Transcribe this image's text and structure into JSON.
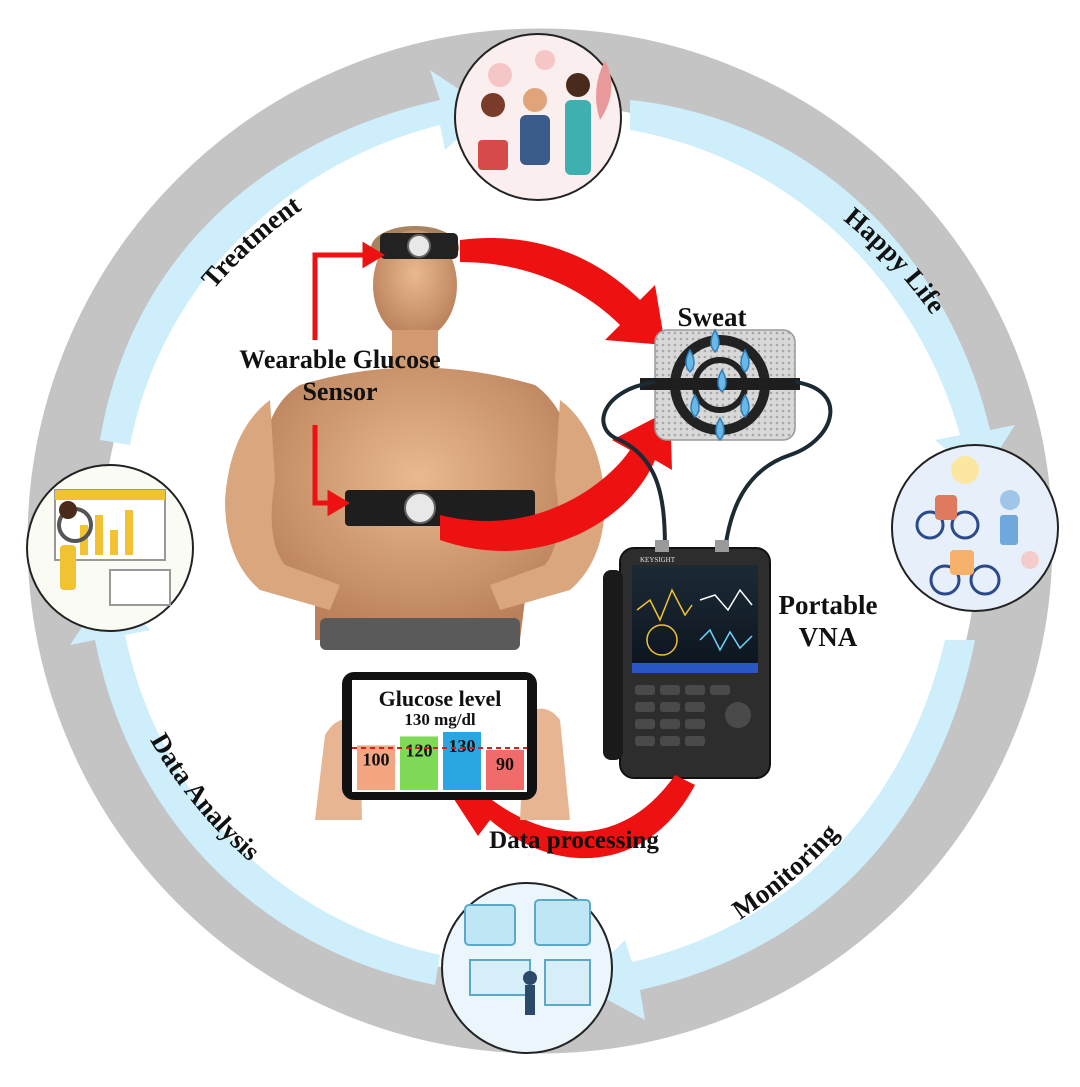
{
  "cycle": {
    "stages": [
      "Treatment",
      "Happy Life",
      "Monitoring",
      "Data Analysis"
    ]
  },
  "sensor": {
    "title_line1": "Wearable Glucose",
    "title_line2": "Sensor"
  },
  "sweat": {
    "label": "Sweat"
  },
  "vna": {
    "line1": "Portable",
    "line2": "VNA",
    "brand": "KEYSIGHT"
  },
  "processing": {
    "label": "Data processing"
  },
  "tablet": {
    "title": "Glucose level",
    "reading": "130 mg/dl",
    "bars": [
      {
        "value": "100",
        "level": 100,
        "color": "#f4a582"
      },
      {
        "value": "120",
        "level": 120,
        "color": "#7ed957"
      },
      {
        "value": "130",
        "level": 130,
        "color": "#2aa7e0"
      },
      {
        "value": "90",
        "level": 90,
        "color": "#f26b6b"
      }
    ]
  },
  "colors": {
    "ring": "#c4c4c4",
    "arrow": "#cdeefa",
    "red_arrow": "#ee1111"
  }
}
